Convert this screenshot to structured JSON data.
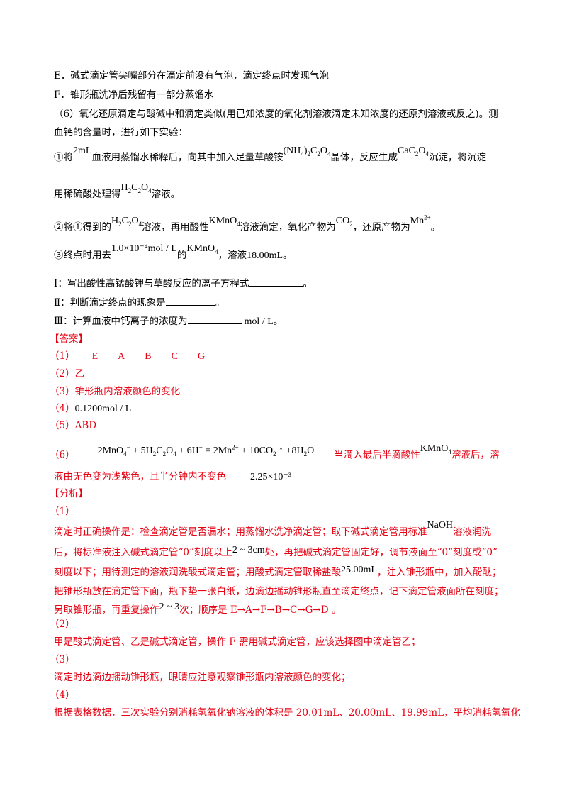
{
  "lines": {
    "e": "E．碱式滴定管尖嘴部分在滴定前没有气泡，滴定终点时发现气泡",
    "f": "F．锥形瓶洗净后残留有一部分蒸馏水",
    "q6_1": "（6）氧化还原滴定与酸碱中和滴定类似(用已知浓度的氧化剂溶液滴定未知浓度的还原剂溶液或反之)。测",
    "q6_2": "血钙的含量时，进行如下实验：",
    "step1_a": "①将",
    "step1_vol": "2mL",
    "step1_b": "血液用蒸馏水稀释后，向其中加入足量草酸铵",
    "step1_c": "晶体，反应生成",
    "step1_d": "沉淀，将沉淀",
    "step1_e": "用稀硫酸处理得",
    "step1_f": "溶液。",
    "step2_a": "②将①得到的",
    "step2_b": "溶液，再用酸性",
    "step2_c": "溶液滴定，氧化产物为",
    "step2_d": "，还原产物为",
    "step2_e": "。",
    "step3_a": "③终点时用去",
    "step3_conc": "1.0×10⁻⁴mol / L",
    "step3_b": "的",
    "step3_c": "，溶液",
    "step3_vol": "18.00mL",
    "step3_d": "。",
    "i": "Ⅰ：写出酸性高锰酸钾与草酸反应的离子方程式",
    "i_end": "。",
    "ii": "Ⅱ：判断滴定终点的现象是",
    "ii_end": "。",
    "iii": "Ⅲ：计算血液中钙离子的浓度为",
    "iii_unit": "mol / L",
    "iii_end": "。"
  },
  "answer": {
    "heading": "【答案】",
    "a1_label": "（1）",
    "a1_items": [
      "E",
      "A",
      "B",
      "C",
      "G"
    ],
    "a2": "（2）乙",
    "a3": "（3）锥形瓶内溶液颜色的变化",
    "a4_label": "（4）",
    "a4_val": "0.1200mol / L",
    "a5": "（5）ABD",
    "a6_label": "（6）",
    "a6_text1": "当滴入最后半滴酸性",
    "a6_text2": "溶液后，溶",
    "a6_line2": "液由无色变为浅紫色，且半分钟内不变色",
    "a6_val": "2.25×10⁻³"
  },
  "analysis": {
    "heading": "【分析】",
    "p1_label": "（1）",
    "p1_l1a": "滴定时正确操作是：检查滴定管是否漏水；用蒸馏水洗净滴定管；取下碱式滴定管用标准",
    "p1_l1b": "NaOH",
    "p1_l1c": "溶液润洗",
    "p1_l2a": "后，将标准液注入碱式滴定管“0”刻度以上",
    "p1_l2b": "2 ~ 3cm",
    "p1_l2c": "处，再把碱式滴定管固定好，调节液面至“0”刻度或“0”",
    "p1_l3a": "刻度以下；用待测定的溶液润洗酸式滴定管；用酸式滴定管取稀盐酸",
    "p1_l3b": "25.00mL",
    "p1_l3c": "，注入锥形瓶中，加入酚酞；",
    "p1_l4": "把锥形瓶放在滴定管下面，瓶下垫一张白纸，边滴边摇动锥形瓶直至滴定终点，记下滴定管液面所在刻度；",
    "p1_l5a": "另取锥形瓶，再重复操作",
    "p1_l5b": "2 ~ 3",
    "p1_l5c": "次；顺序是 E→A→F→B→C→G→D 。",
    "p2_label": "（2）",
    "p2": "甲是酸式滴定管、乙是碱式滴定管，操作 F 需用碱式滴定管，应该选择图中滴定管乙；",
    "p3_label": "（3）",
    "p3": "滴定时边滴边摇动锥形瓶，眼睛应注意观察锥形瓶内溶液颜色的变化；",
    "p4_label": "（4）",
    "p4": "根据表格数据，三次实验分别消耗氢氧化钠溶液的体积是 20.01mL、20.00mL、19.99mL，平均消耗氢氧化"
  },
  "colors": {
    "answer": "#e60012",
    "text": "#000000"
  }
}
